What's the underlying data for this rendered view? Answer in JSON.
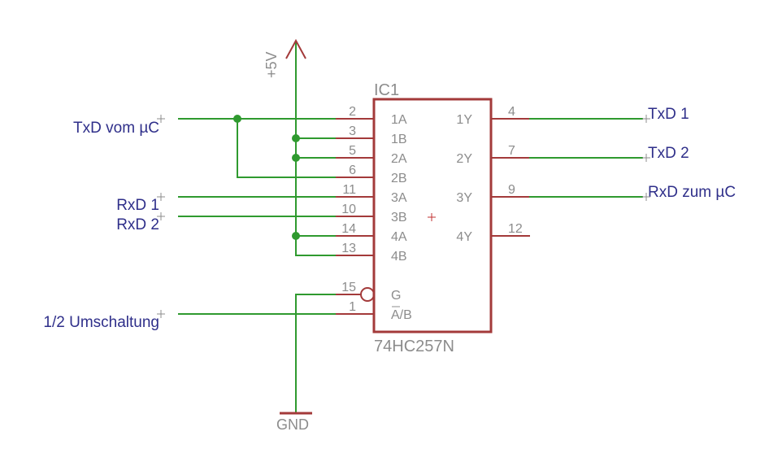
{
  "ic": {
    "name": "IC1",
    "value": "74HC257N",
    "pins_left": [
      {
        "num": "2",
        "name": "1A"
      },
      {
        "num": "3",
        "name": "1B"
      },
      {
        "num": "5",
        "name": "2A"
      },
      {
        "num": "6",
        "name": "2B"
      },
      {
        "num": "11",
        "name": "3A"
      },
      {
        "num": "10",
        "name": "3B"
      },
      {
        "num": "14",
        "name": "4A"
      },
      {
        "num": "13",
        "name": "4B"
      },
      {
        "num": "15",
        "name": "G"
      },
      {
        "num": "1",
        "name": "A/B"
      }
    ],
    "pins_right": [
      {
        "num": "4",
        "name": "1Y"
      },
      {
        "num": "7",
        "name": "2Y"
      },
      {
        "num": "9",
        "name": "3Y"
      },
      {
        "num": "12",
        "name": "4Y"
      }
    ]
  },
  "supply": {
    "vcc": "+5V",
    "gnd": "GND"
  },
  "nets": {
    "left": [
      "TxD vom µC",
      "RxD 1",
      "RxD 2",
      "1/2 Umschaltung"
    ],
    "right": [
      "TxD 1",
      "TxD 2",
      "RxD zum µC"
    ]
  },
  "colors": {
    "wire": "#2f9a2f",
    "component": "#a33a3a",
    "label": "#2f2f8a",
    "pin_text": "#8c8c8c"
  }
}
